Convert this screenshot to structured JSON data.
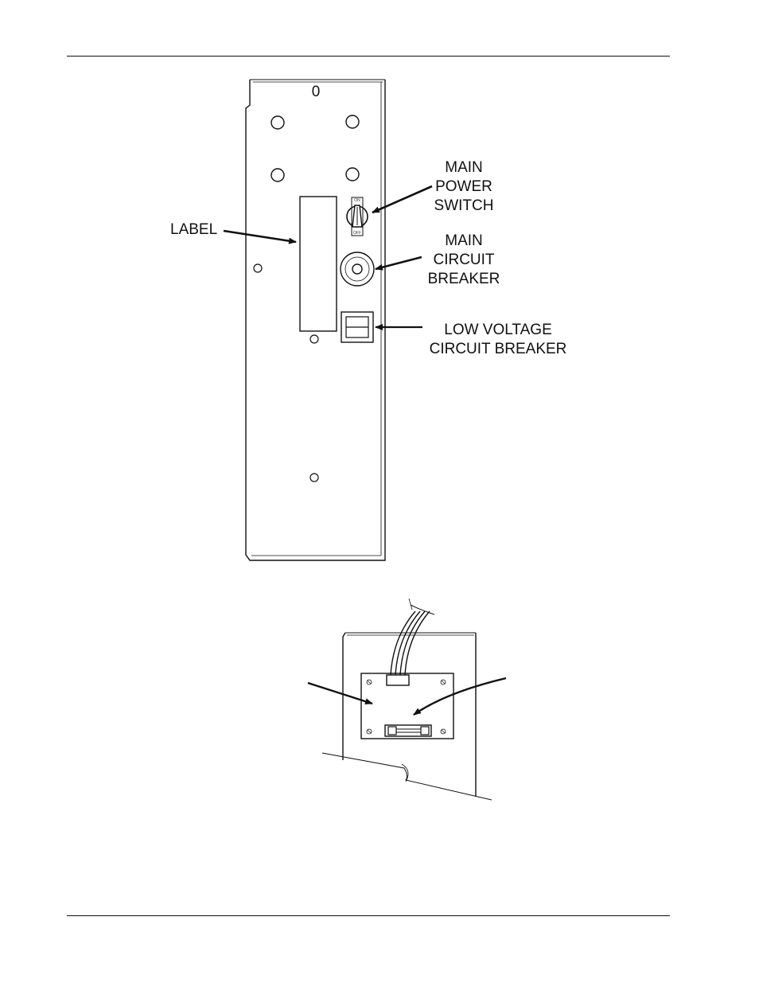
{
  "figure_top": {
    "panel_mark": "0",
    "switch_marks": {
      "on": "ON",
      "off": "OFF"
    },
    "callouts": {
      "label": "LABEL",
      "main_power_switch": [
        "MAIN",
        "POWER",
        "SWITCH"
      ],
      "main_circuit_breaker": [
        "MAIN",
        "CIRCUIT",
        "BREAKER"
      ],
      "low_voltage_circuit_breaker": [
        "LOW VOLTAGE",
        "CIRCUIT BREAKER"
      ]
    }
  }
}
